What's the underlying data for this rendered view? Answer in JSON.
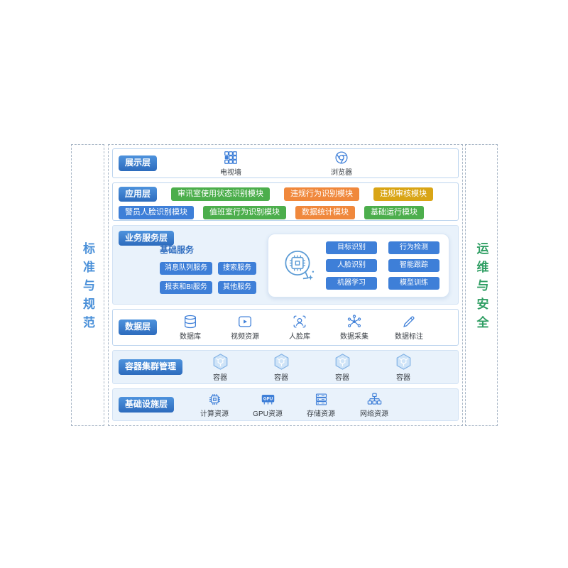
{
  "sidebars": {
    "left_label": "标准与规范",
    "right_label": "运维与安全"
  },
  "palette": {
    "primary_blue": "#3e7fd8",
    "badge_blue": "#2d6bbd",
    "green": "#4cae4c",
    "orange": "#f0883c",
    "gold": "#d9a516",
    "layer_tint": "#e9f2fb",
    "side_left_blue": "#4a90d9",
    "side_right_green": "#2f9e63"
  },
  "presentation": {
    "title": "展示层",
    "items": [
      {
        "label": "电视墙",
        "icon": "tv-wall-icon"
      },
      {
        "label": "浏览器",
        "icon": "browser-icon"
      }
    ]
  },
  "application": {
    "title": "应用层",
    "row1": [
      {
        "label": "审讯室使用状态识别模块",
        "color": "#4cae4c"
      },
      {
        "label": "违规行为识别模块",
        "color": "#f0883c"
      },
      {
        "label": "违规审核模块",
        "color": "#d9a516"
      }
    ],
    "row2": [
      {
        "label": "警员人脸识别模块",
        "color": "#3e7fd8"
      },
      {
        "label": "值班室行为识别模块",
        "color": "#4cae4c"
      },
      {
        "label": "数据统计模块",
        "color": "#f0883c"
      },
      {
        "label": "基础运行模块",
        "color": "#4cae4c"
      }
    ]
  },
  "business": {
    "title": "业务服务层",
    "basic": {
      "title": "基础服务",
      "items": [
        {
          "label": "消息队列服务"
        },
        {
          "label": "搜索服务"
        },
        {
          "label": "报表和BI服务"
        },
        {
          "label": "其他服务"
        }
      ]
    },
    "ai": {
      "items": [
        {
          "label": "目标识别"
        },
        {
          "label": "行为检测"
        },
        {
          "label": "人脸识别"
        },
        {
          "label": "智能跟踪"
        },
        {
          "label": "机器学习"
        },
        {
          "label": "模型训练"
        }
      ]
    }
  },
  "data_layer": {
    "title": "数据层",
    "items": [
      {
        "label": "数据库",
        "icon": "database-icon"
      },
      {
        "label": "视频资源",
        "icon": "video-icon"
      },
      {
        "label": "人脸库",
        "icon": "face-scan-icon"
      },
      {
        "label": "数据采集",
        "icon": "data-collect-icon"
      },
      {
        "label": "数据标注",
        "icon": "annotate-icon"
      }
    ]
  },
  "container_layer": {
    "title": "容器集群管理",
    "items": [
      {
        "label": "容器",
        "icon": "container-hexagon-icon"
      },
      {
        "label": "容器",
        "icon": "container-hexagon-icon"
      },
      {
        "label": "容器",
        "icon": "container-hexagon-icon"
      },
      {
        "label": "容器",
        "icon": "container-hexagon-icon"
      }
    ]
  },
  "infrastructure": {
    "title": "基础设施层",
    "gpu_chip_text": "GPU",
    "items": [
      {
        "label": "计算资源",
        "icon": "cpu-icon"
      },
      {
        "label": "GPU资源",
        "icon": "gpu-icon"
      },
      {
        "label": "存储资源",
        "icon": "storage-icon"
      },
      {
        "label": "网络资源",
        "icon": "network-icon"
      }
    ]
  }
}
